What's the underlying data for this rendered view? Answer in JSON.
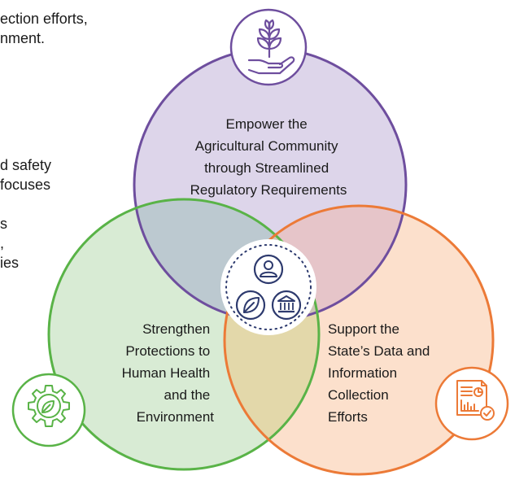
{
  "left_text_fragments": [
    "ection efforts,",
    "nment.",
    "d safety",
    "focuses",
    "s",
    ",",
    "ies"
  ],
  "circles": {
    "top": {
      "lines": [
        "Empower the",
        "Agricultural Community",
        "through Streamlined",
        "Regulatory Requirements"
      ],
      "fill": "#ddd5ea",
      "stroke": "#6e4e9e"
    },
    "left": {
      "lines": [
        "Strengthen",
        "Protections to",
        "Human Health",
        "and the",
        "Environment"
      ],
      "fill": "#d8ebd4",
      "stroke": "#59b347"
    },
    "right": {
      "lines": [
        "Support the",
        "State’s Data and",
        "Information",
        "Collection",
        "Efforts"
      ],
      "fill": "#fce0cc",
      "stroke": "#ec7a37"
    }
  },
  "icons": {
    "top": "hand-plant-icon",
    "left": "gear-leaf-icon",
    "right": "document-chart-icon",
    "center": [
      "person-icon",
      "leaf-icon",
      "government-building-icon"
    ]
  },
  "colors": {
    "center_ring": "#2d3a6e"
  }
}
